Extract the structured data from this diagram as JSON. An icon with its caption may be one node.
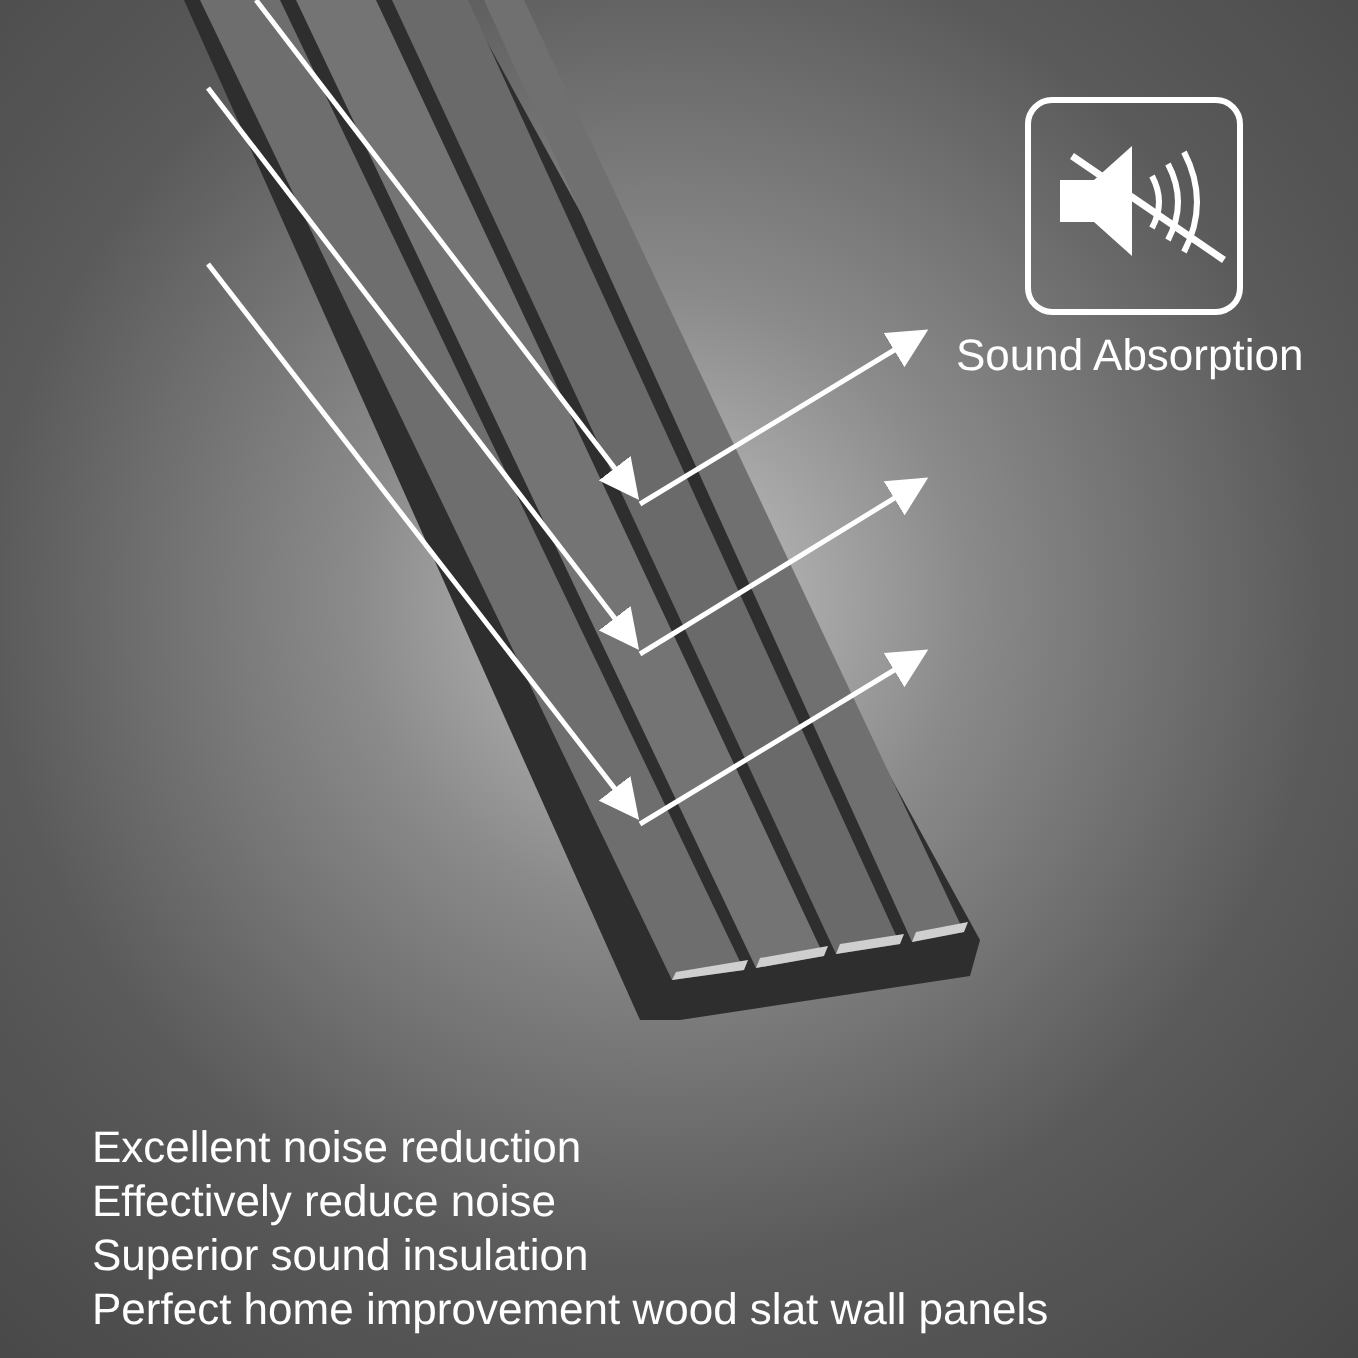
{
  "diagram": {
    "labels": [
      "Sound Absorption",
      "Excellent noise reduction",
      "Effectively reduce noise",
      "Superior sound insulation",
      "Perfect home improvement wood slat wall panels"
    ]
  }
}
